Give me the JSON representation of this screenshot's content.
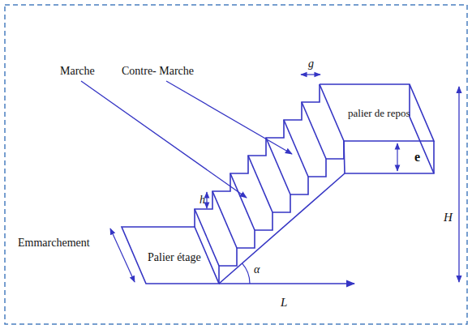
{
  "diagram": {
    "labels": [
      "Marche",
      "Contre- Marche",
      "g",
      "palier de repos",
      "h",
      "e",
      "Palier étage",
      "H",
      "α",
      "Emmarchement",
      "L"
    ]
  }
}
